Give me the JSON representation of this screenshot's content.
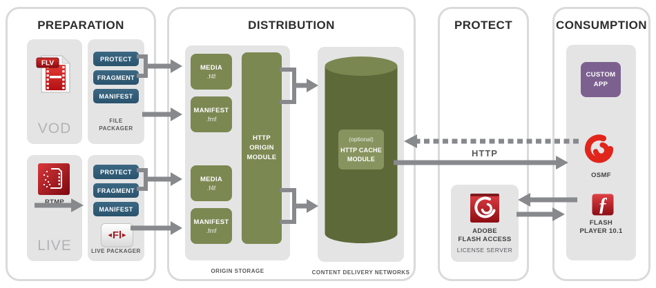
{
  "panels": {
    "preparation": {
      "title": "PREPARATION",
      "vod": {
        "file_type_badge": "FLV",
        "label": "VOD"
      },
      "file_packager": {
        "steps": [
          "PROTECT",
          "FRAGMENT",
          "MANIFEST"
        ],
        "label_lines": [
          "FILE",
          "PACKAGER"
        ]
      },
      "live": {
        "source_label": "RTMP",
        "label": "LIVE"
      },
      "live_packager": {
        "steps": [
          "PROTECT",
          "FRAGMENT",
          "MANIFEST"
        ],
        "icon_text": "Fl",
        "label": "LIVE PACKAGER"
      }
    },
    "distribution": {
      "title": "DISTRIBUTION",
      "origin_storage": {
        "label": "ORIGIN STORAGE",
        "vod_files": [
          {
            "name": "MEDIA",
            "ext": ".f4f"
          },
          {
            "name": "MANIFEST",
            "ext": ".fmf"
          }
        ],
        "live_files": [
          {
            "name": "MEDIA",
            "ext": ".f4f"
          },
          {
            "name": "MANIFEST",
            "ext": ".fmf"
          }
        ],
        "origin_module_lines": [
          "HTTP",
          "ORIGIN",
          "MODULE"
        ]
      },
      "cdn": {
        "label": "CONTENT DELIVERY NETWORKS",
        "cache_optional": "(optional)",
        "cache_module_lines": [
          "HTTP CACHE",
          "MODULE"
        ]
      }
    },
    "protect": {
      "title": "PROTECT",
      "http_label": "HTTP",
      "flash_access": {
        "name_lines": [
          "ADOBE",
          "FLASH ACCESS"
        ],
        "sub_label": "LICENSE SERVER"
      }
    },
    "consumption": {
      "title": "CONSUMPTION",
      "custom_app_lines": [
        "CUSTOM",
        "APP"
      ],
      "osmf_label": "OSMF",
      "flash_player_lines": [
        "FLASH",
        "PLAYER 10.1"
      ]
    }
  },
  "colors": {
    "node_green": "#7b8852",
    "cylinder_green": "#5d6939",
    "step_blue": "#2f5c77",
    "arrow_gray": "#87898c",
    "app_purple": "#7c6190",
    "adobe_red": "#c41724"
  }
}
